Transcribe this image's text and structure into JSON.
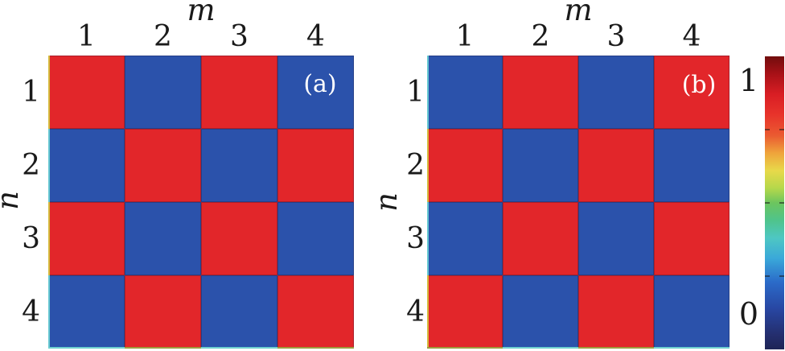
{
  "colors": {
    "background": "#ffffff",
    "cell_high_red": "#e2262a",
    "cell_low_blue": "#2b52ab",
    "corner_label_text": "#ffffff",
    "tick_text": "#1a1a1a"
  },
  "panels": [
    {
      "corner_label": "(a)",
      "x_axis_label": "m",
      "y_axis_label": "n",
      "x_ticks": [
        "1",
        "2",
        "3",
        "4"
      ],
      "y_ticks": [
        "1",
        "2",
        "3",
        "4"
      ],
      "matrix": [
        [
          1,
          0,
          1,
          0
        ],
        [
          0,
          1,
          0,
          1
        ],
        [
          1,
          0,
          1,
          0
        ],
        [
          0,
          1,
          0,
          1
        ]
      ]
    },
    {
      "corner_label": "(b)",
      "x_axis_label": "m",
      "y_axis_label": "n",
      "x_ticks": [
        "1",
        "2",
        "3",
        "4"
      ],
      "y_ticks": [
        "1",
        "2",
        "3",
        "4"
      ],
      "matrix": [
        [
          0,
          1,
          0,
          1
        ],
        [
          1,
          0,
          1,
          0
        ],
        [
          0,
          1,
          0,
          1
        ],
        [
          1,
          0,
          1,
          0
        ]
      ]
    }
  ],
  "colorbar": {
    "max_label": "1",
    "min_label": "0",
    "colormap": "jet",
    "tick_fractions": [
      0.25,
      0.5,
      0.75
    ],
    "gradient_stops": [
      "#720d0d 0%",
      "#a81117 6%",
      "#d91e24 13%",
      "#e8342b 20%",
      "#ea5a31 27%",
      "#efa43b 33%",
      "#e8d94a 39%",
      "#b5d84b 45%",
      "#6cc55e 50%",
      "#4fc48c 56%",
      "#4ec7c3 62%",
      "#3aa8d9 69%",
      "#2b6bc9 77%",
      "#2847a3 86%",
      "#242e6e 95%",
      "#1e2556 100%"
    ]
  },
  "chart_data": [
    {
      "type": "heatmap",
      "panel_label": "(a)",
      "xlabel": "m",
      "ylabel": "n",
      "x": [
        1,
        2,
        3,
        4
      ],
      "y": [
        1,
        2,
        3,
        4
      ],
      "values": [
        [
          1,
          0,
          1,
          0
        ],
        [
          0,
          1,
          0,
          1
        ],
        [
          1,
          0,
          1,
          0
        ],
        [
          0,
          1,
          0,
          1
        ]
      ],
      "colormap": "jet",
      "colorbar_range": [
        0,
        1
      ],
      "value_colors": {
        "1": "red",
        "0": "blue"
      },
      "legend_position": "shared colorbar right"
    },
    {
      "type": "heatmap",
      "panel_label": "(b)",
      "xlabel": "m",
      "ylabel": "n",
      "x": [
        1,
        2,
        3,
        4
      ],
      "y": [
        1,
        2,
        3,
        4
      ],
      "values": [
        [
          0,
          1,
          0,
          1
        ],
        [
          1,
          0,
          1,
          0
        ],
        [
          0,
          1,
          0,
          1
        ],
        [
          1,
          0,
          1,
          0
        ]
      ],
      "colormap": "jet",
      "colorbar_range": [
        0,
        1
      ],
      "value_colors": {
        "1": "red",
        "0": "blue"
      },
      "legend_position": "shared colorbar right"
    }
  ]
}
